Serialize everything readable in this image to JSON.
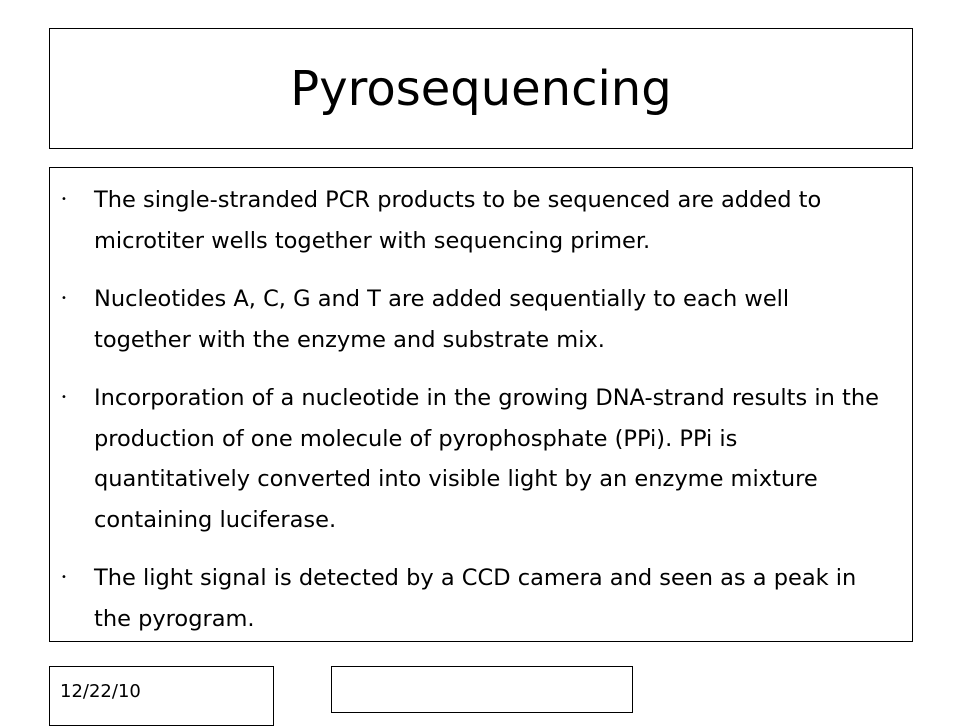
{
  "slide": {
    "title": "Pyrosequencing",
    "bullets": [
      "The single-stranded PCR products to be sequenced are added to microtiter wells together with sequencing primer.",
      "Nucleotides A, C, G and T are added sequentially to each well together with the enzyme and substrate mix.",
      "Incorporation of a nucleotide in the growing DNA-strand results in the production of one molecule of pyrophosphate (PPi). PPi is quantitatively converted into visible light  by an enzyme mixture containing luciferase.",
      "The light signal is detected by a CCD camera and seen as a peak in the pyrogram."
    ],
    "bullet_glyph": "•",
    "date": "12/22/10",
    "footer": ""
  }
}
